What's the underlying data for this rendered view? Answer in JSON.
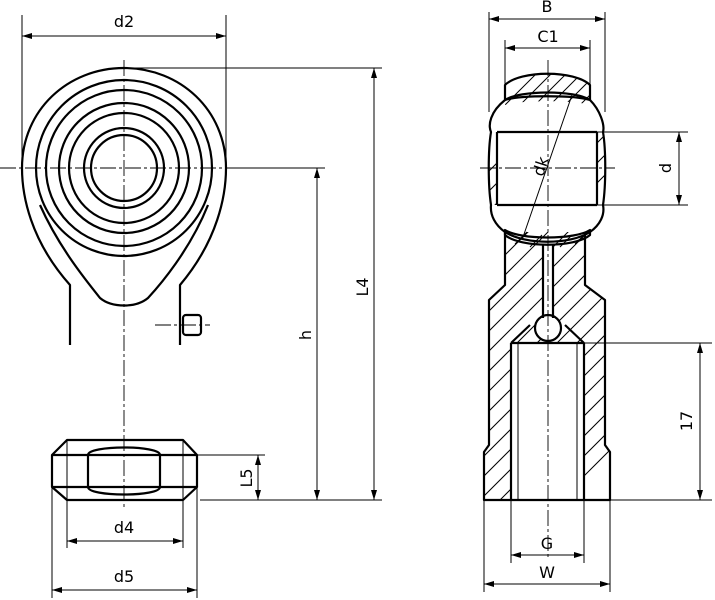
{
  "labels": {
    "d2": "d2",
    "L4": "L4",
    "h": "h",
    "L5": "L5",
    "d4": "d4",
    "d5": "d5",
    "B": "B",
    "C1": "C1",
    "d": "d",
    "dk": "dk",
    "dim17": "17",
    "G": "G",
    "W": "W"
  }
}
